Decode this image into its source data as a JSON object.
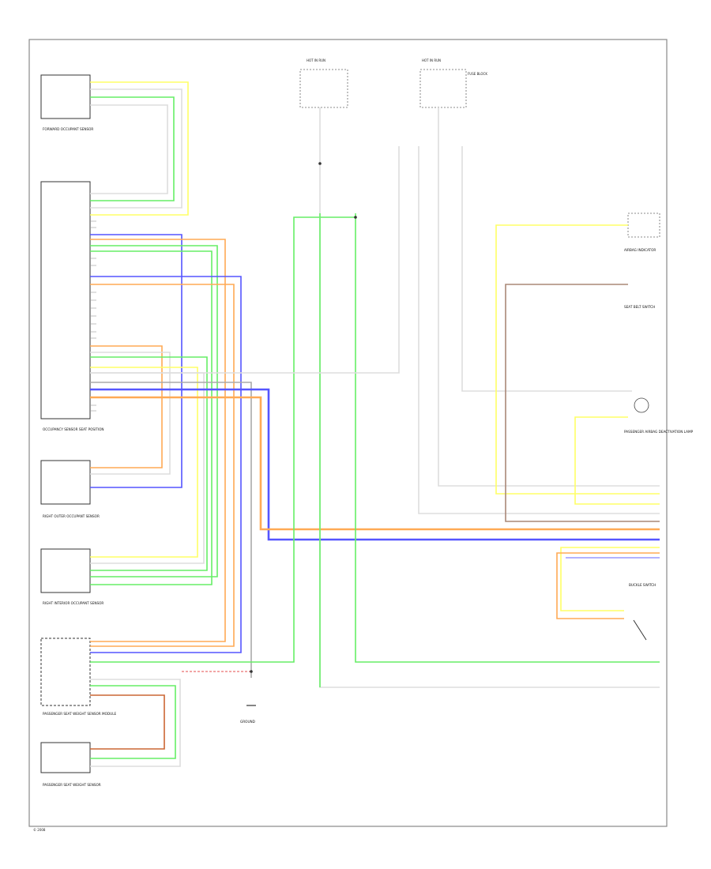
{
  "colors": {
    "yel": "#ffff66",
    "grn": "#66ee66",
    "blu": "#5555ff",
    "org": "#ffaa55",
    "wht": "#dddddd",
    "brn": "#cc6633",
    "gry": "#aaaaaa",
    "frame": "#888888"
  },
  "components": {
    "forward_sensor": "FORWARD OCCUPANT SENSOR",
    "occupancy_sensor": "OCCUPANCY SENSOR SEAT POSITION",
    "right_outer_sensor": "RIGHT OUTER OCCUPANT SENSOR",
    "right_rear_sensor": "RIGHT INTERIOR OCCUPANT SENSOR",
    "passenger_seat_control": "PASSENGER SEAT WEIGHT SENSOR MODULE",
    "passenger_seat_sensor": "PASSENGER SEAT WEIGHT SENSOR",
    "fuse_left": "HOT IN RUN",
    "fuse_right": "HOT IN RUN",
    "fuse_block": "FUSE BLOCK",
    "airbag_indicator": "AIRBAG INDICATOR",
    "seat_belt_switch": "SEAT BELT SWITCH",
    "passenger_airbag_lamp": "PASSENGER AIRBAG DEACTIVATION LAMP",
    "ground": "GROUND",
    "buckle_switch": "BUCKLE SWITCH"
  },
  "footer": "© 2008"
}
